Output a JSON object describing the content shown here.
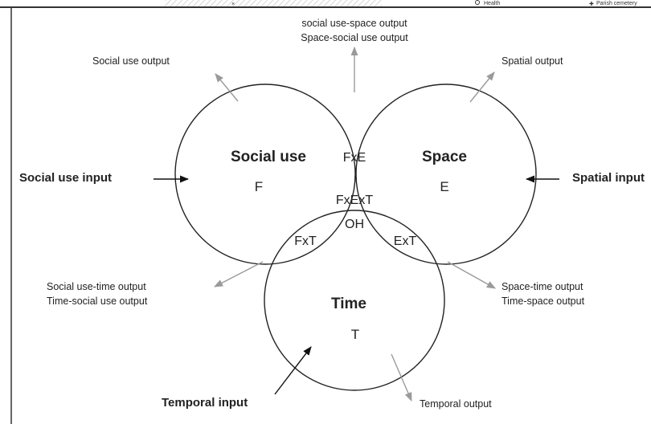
{
  "header_strip": {
    "legend_health": "Health",
    "legend_cemetery": "Parish cemetery"
  },
  "sets": {
    "social_use": {
      "title": "Social use",
      "code": "F"
    },
    "space": {
      "title": "Space",
      "code": "E"
    },
    "time": {
      "title": "Time",
      "code": "T"
    }
  },
  "intersections": {
    "social_space": "FxE",
    "social_time": "FxT",
    "space_time": "ExT",
    "all_line1": "FxExT",
    "all_line2": "OH"
  },
  "inputs": {
    "social_use": "Social use input",
    "spatial": "Spatial input",
    "temporal": "Temporal input"
  },
  "outputs": {
    "social_use": "Social use output",
    "social_space_line1": "social use-space output",
    "social_space_line2": "Space-social use output",
    "spatial": "Spatial output",
    "social_time_line1": "Social use-time output",
    "social_time_line2": "Time-social use output",
    "space_time_line1": "Space-time output",
    "space_time_line2": "Time-space output",
    "temporal": "Temporal output"
  },
  "colors": {
    "circle_stroke": "#222222",
    "output_arrow": "#9a9a9a",
    "input_arrow": "#111111",
    "frame": "#333333"
  }
}
